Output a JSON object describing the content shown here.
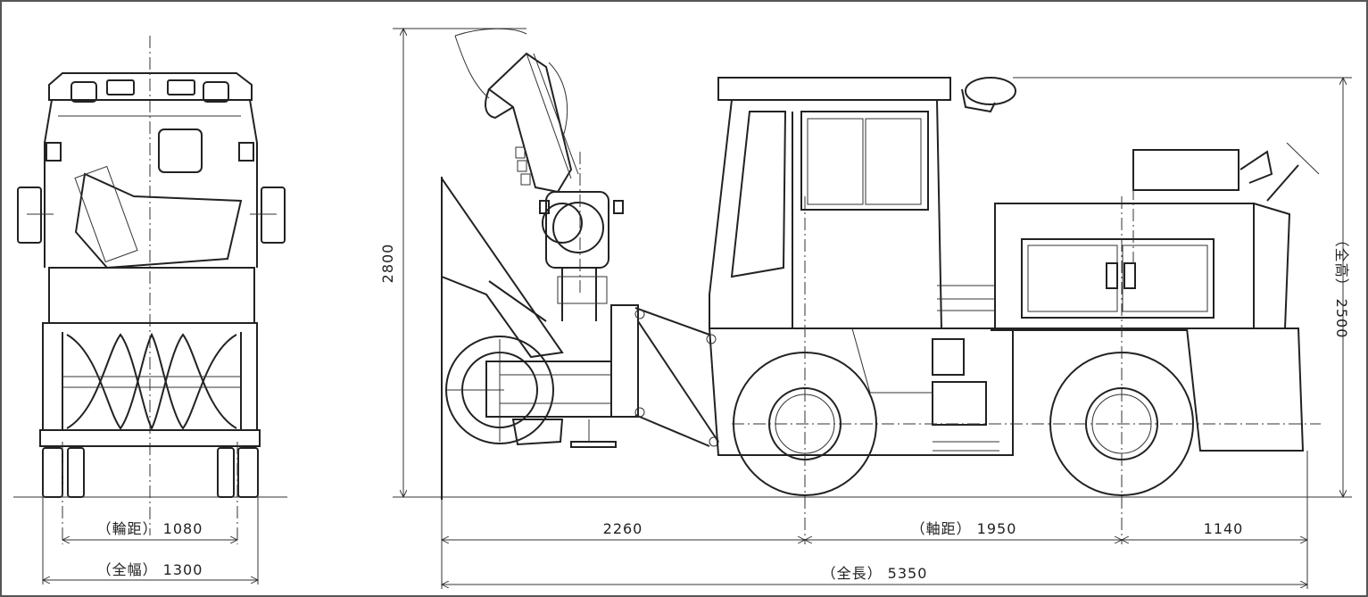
{
  "dimensions": {
    "track": "（輪距） 1080",
    "overall_width": "（全幅） 1300",
    "front_overhang": "2260",
    "wheelbase": "（軸距） 1950",
    "rear_overhang": "1140",
    "overall_length": "（全長） 5350",
    "max_height": "2800",
    "overall_height": "（全高） 2500"
  }
}
